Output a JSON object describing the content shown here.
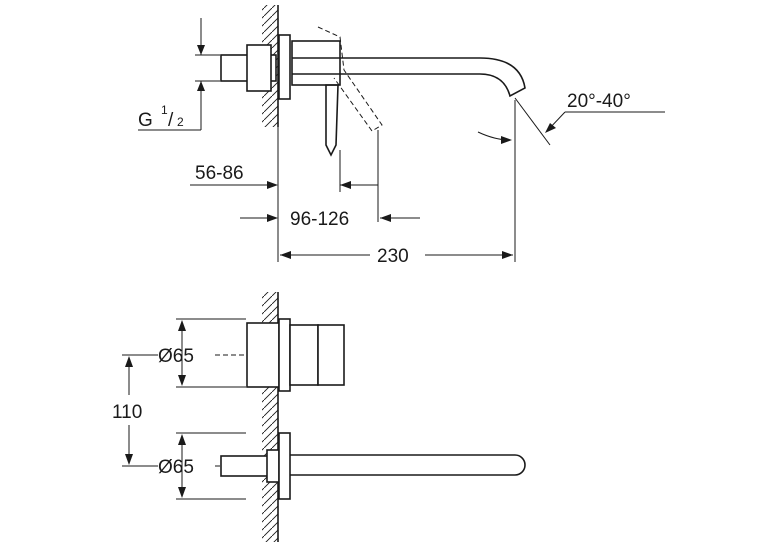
{
  "dimensions": {
    "thread_g": "G",
    "thread_sup": "1",
    "thread_sub": "2",
    "wall_depth": "56-86",
    "lever_depth": "96-126",
    "spout_length": "230",
    "spray_angle": "20°-40°",
    "diameter_top": "Ø65",
    "diameter_bottom": "Ø65",
    "vertical_spacing": "110"
  }
}
